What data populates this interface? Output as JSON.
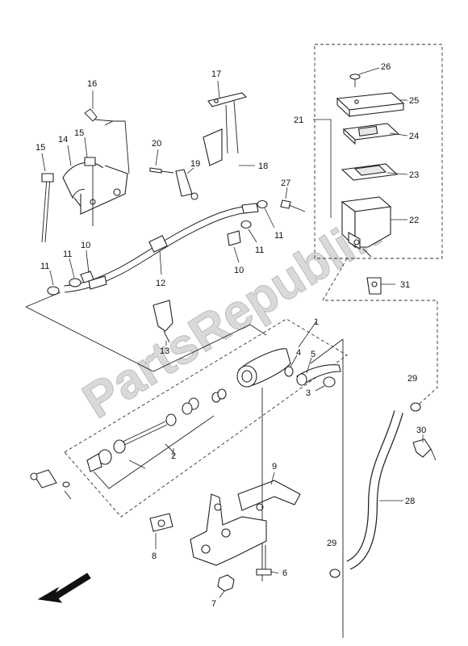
{
  "watermark": "PartsRepublik",
  "callouts": {
    "c1": "1",
    "c2": "2",
    "c3": "3",
    "c4": "4",
    "c5": "5",
    "c6": "6",
    "c7": "7",
    "c8": "8",
    "c9": "9",
    "c10a": "10",
    "c10b": "10",
    "c11a": "11",
    "c11b": "11",
    "c11c": "11",
    "c11d": "11",
    "c12": "12",
    "c13": "13",
    "c14": "14",
    "c15a": "15",
    "c15b": "15",
    "c16": "16",
    "c17": "17",
    "c18": "18",
    "c19": "19",
    "c20": "20",
    "c21": "21",
    "c22": "22",
    "c23": "23",
    "c24": "24",
    "c25": "25",
    "c26": "26",
    "c27": "27",
    "c28": "28",
    "c29a": "29",
    "c29b": "29",
    "c30": "30",
    "c31": "31"
  },
  "icons": {
    "front_arrow": "front-direction-arrow-icon"
  }
}
